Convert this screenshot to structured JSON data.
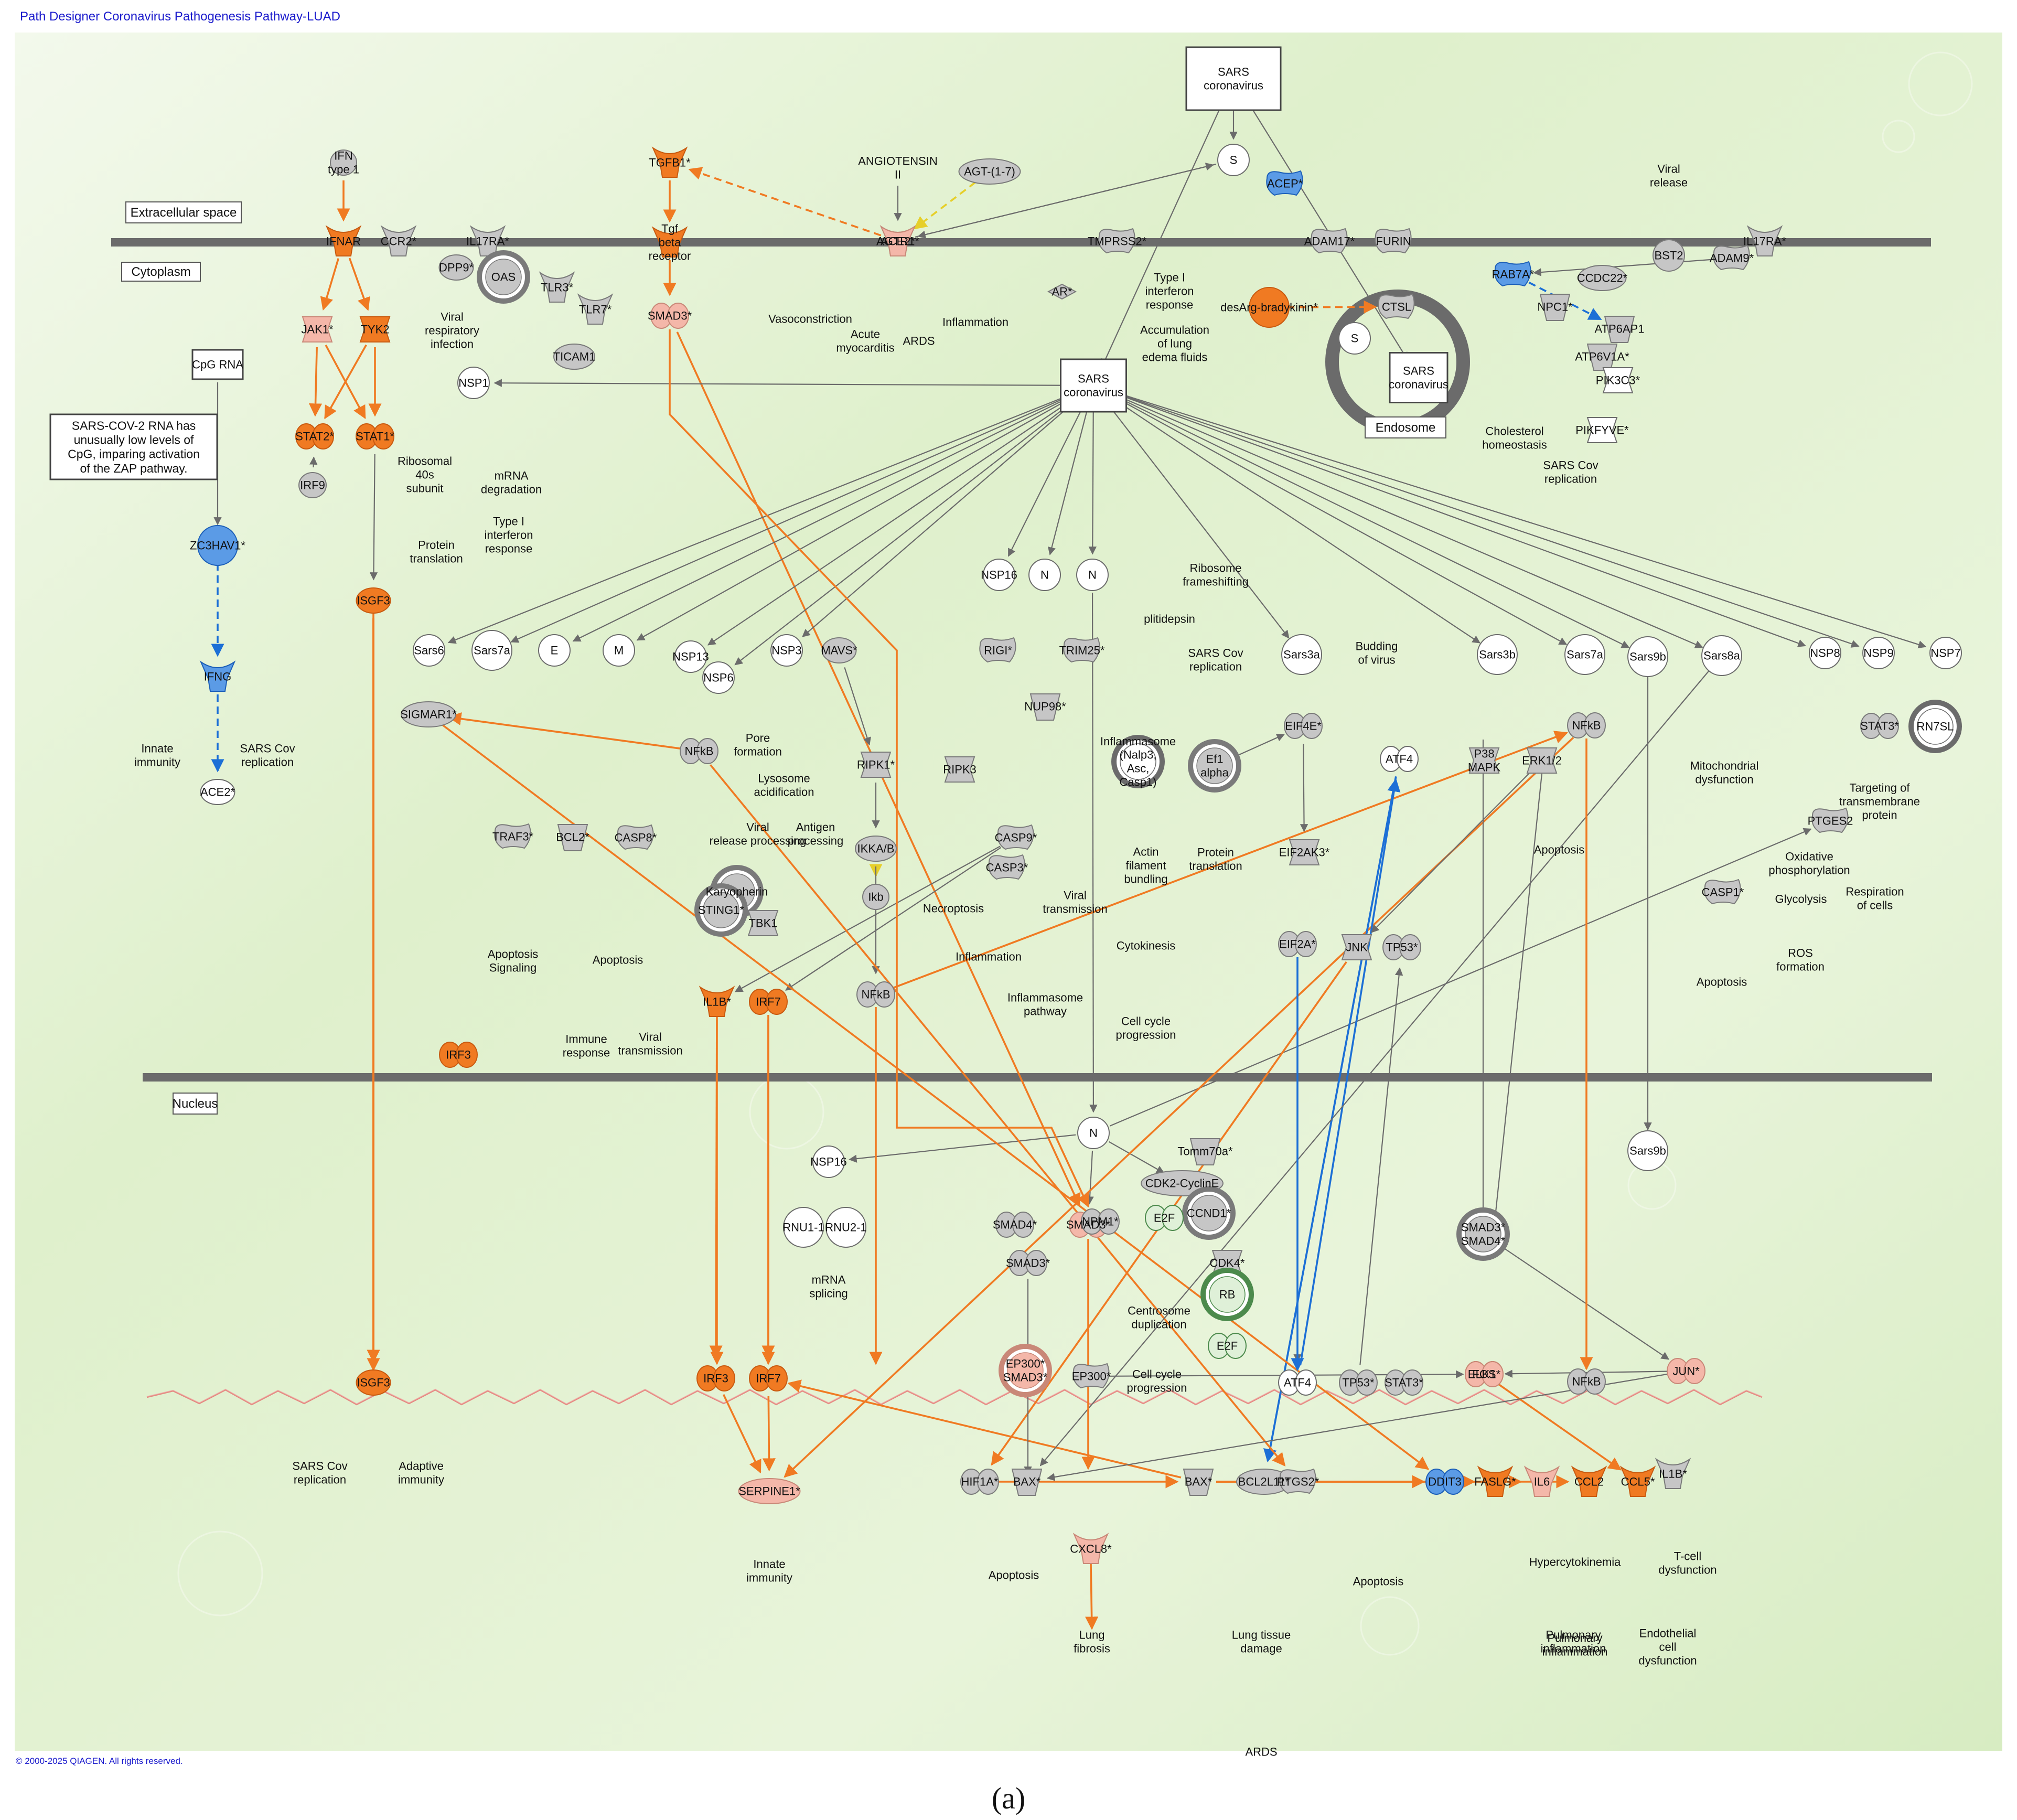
{
  "header": "Path Designer Coronavirus Pathogenesis Pathway-LUAD",
  "copyright": "© 2000-2025 QIAGEN. All rights reserved.",
  "panel_label": "(a)",
  "compartments": [
    "Extracellular space",
    "Cytoplasm",
    "Nucleus",
    "Endosome"
  ],
  "note": [
    "SARS-COV-2 RNA has",
    "unusually low levels of",
    "CpG, imparing activation",
    "of the ZAP pathway."
  ],
  "nodes": [
    {
      "label": "SARS|coronavirus",
      "shape": "box",
      "color": "white"
    },
    {
      "label": "SARS|coronavirus",
      "shape": "box",
      "color": "white"
    },
    {
      "label": "SARS|coronavirus",
      "shape": "box",
      "color": "white"
    },
    {
      "label": "CpG RNA",
      "shape": "box",
      "color": "white"
    },
    {
      "label": "S",
      "shape": "circle",
      "color": "white"
    },
    {
      "label": "S",
      "shape": "circle",
      "color": "white"
    },
    {
      "label": "N",
      "shape": "circle",
      "color": "white"
    },
    {
      "label": "N",
      "shape": "circle",
      "color": "white"
    },
    {
      "label": "N",
      "shape": "circle",
      "color": "white"
    },
    {
      "label": "E",
      "shape": "circle",
      "color": "white"
    },
    {
      "label": "M",
      "shape": "circle",
      "color": "white"
    },
    {
      "label": "NSP1",
      "shape": "circle",
      "color": "white"
    },
    {
      "label": "NSP16",
      "shape": "circle",
      "color": "white"
    },
    {
      "label": "NSP16",
      "shape": "circle",
      "color": "white"
    },
    {
      "label": "NSP13",
      "shape": "circle",
      "color": "white"
    },
    {
      "label": "NSP6",
      "shape": "circle",
      "color": "white"
    },
    {
      "label": "NSP3",
      "shape": "circle",
      "color": "white"
    },
    {
      "label": "NSP8",
      "shape": "circle",
      "color": "white"
    },
    {
      "label": "NSP9",
      "shape": "circle",
      "color": "white"
    },
    {
      "label": "NSP7",
      "shape": "circle",
      "color": "white"
    },
    {
      "label": "Sars6",
      "shape": "circle",
      "color": "white"
    },
    {
      "label": "Sars7a",
      "shape": "circle",
      "color": "white"
    },
    {
      "label": "Sars3a",
      "shape": "circle",
      "color": "white"
    },
    {
      "label": "Sars3b",
      "shape": "circle",
      "color": "white"
    },
    {
      "label": "Sars7a",
      "shape": "circle",
      "color": "white"
    },
    {
      "label": "Sars9b",
      "shape": "circle",
      "color": "white"
    },
    {
      "label": "Sars9b",
      "shape": "circle",
      "color": "white"
    },
    {
      "label": "Sars8a",
      "shape": "circle",
      "color": "white"
    },
    {
      "label": "RNU1-1",
      "shape": "circle",
      "color": "white"
    },
    {
      "label": "RNU2-1",
      "shape": "circle",
      "color": "white"
    },
    {
      "label": "IFN|type 1",
      "shape": "oval",
      "color": "gray"
    },
    {
      "label": "IFNAR",
      "shape": "receptor",
      "color": "orange"
    },
    {
      "label": "CCR2*",
      "shape": "receptor",
      "color": "gray"
    },
    {
      "label": "IL17RA*",
      "shape": "receptor",
      "color": "gray"
    },
    {
      "label": "DPP9*",
      "shape": "oval",
      "color": "gray"
    },
    {
      "label": "OAS",
      "shape": "ring",
      "color": "gray"
    },
    {
      "label": "TLR3*",
      "shape": "receptor",
      "color": "gray"
    },
    {
      "label": "TLR7*",
      "shape": "receptor",
      "color": "gray"
    },
    {
      "label": "TICAM1",
      "shape": "oval",
      "color": "gray"
    },
    {
      "label": "JAK1*",
      "shape": "kinase",
      "color": "pink"
    },
    {
      "label": "TYK2",
      "shape": "kinase",
      "color": "orange"
    },
    {
      "label": "STAT2*",
      "shape": "tf",
      "color": "orange"
    },
    {
      "label": "STAT1*",
      "shape": "tf",
      "color": "orange"
    },
    {
      "label": "IRF9",
      "shape": "oval",
      "color": "gray"
    },
    {
      "label": "ISGF3",
      "shape": "oval",
      "color": "orange"
    },
    {
      "label": "ISGF3",
      "shape": "oval",
      "color": "orange"
    },
    {
      "label": "ZC3HAV1*",
      "shape": "circle",
      "color": "blue"
    },
    {
      "label": "IFNG",
      "shape": "receptor",
      "color": "blue"
    },
    {
      "label": "ACE2*",
      "shape": "oval",
      "color": "white"
    },
    {
      "label": "ACE2*",
      "shape": "receptor",
      "color": "gray"
    },
    {
      "label": "TGFB1*",
      "shape": "receptor",
      "color": "orange"
    },
    {
      "label": "Tgf|beta|receptor",
      "shape": "receptor",
      "color": "orange"
    },
    {
      "label": "SMAD3*",
      "shape": "tf",
      "color": "pink"
    },
    {
      "label": "SMAD3*",
      "shape": "tf",
      "color": "pink"
    },
    {
      "label": "SMAD3*",
      "shape": "tf",
      "color": "gray"
    },
    {
      "label": "SMAD4*",
      "shape": "tf",
      "color": "gray"
    },
    {
      "label": "ANGIOTENSIN|II",
      "shape": "text",
      "color": "white"
    },
    {
      "label": "AGT-(1-7)",
      "shape": "oval",
      "color": "gray"
    },
    {
      "label": "AGTR1*",
      "shape": "receptor",
      "color": "pink"
    },
    {
      "label": "ACEP*",
      "shape": "enzyme",
      "color": "blue"
    },
    {
      "label": "TMPRSS2*",
      "shape": "enzyme",
      "color": "gray"
    },
    {
      "label": "ADAM17*",
      "shape": "enzyme",
      "color": "gray"
    },
    {
      "label": "FURIN",
      "shape": "enzyme",
      "color": "gray"
    },
    {
      "label": "AR*",
      "shape": "diamond",
      "color": "gray"
    },
    {
      "label": "desArg-bradykinin*",
      "shape": "circle",
      "color": "orange"
    },
    {
      "label": "CTSL",
      "shape": "enzyme",
      "color": "gray"
    },
    {
      "label": "BST2",
      "shape": "circle",
      "color": "gray"
    },
    {
      "label": "IL17RA*",
      "shape": "receptor",
      "color": "gray"
    },
    {
      "label": "ADAM9*",
      "shape": "enzyme",
      "color": "gray"
    },
    {
      "label": "RAB7A*",
      "shape": "enzyme",
      "color": "blue"
    },
    {
      "label": "CCDC22*",
      "shape": "oval",
      "color": "gray"
    },
    {
      "label": "NPC1*",
      "shape": "transporter",
      "color": "gray"
    },
    {
      "label": "ATP6AP1",
      "shape": "transporter",
      "color": "gray"
    },
    {
      "label": "ATP6V1A*",
      "shape": "transporter",
      "color": "gray"
    },
    {
      "label": "PIK3C3*",
      "shape": "kinase",
      "color": "white"
    },
    {
      "label": "PIKFYVE*",
      "shape": "kinase",
      "color": "white"
    },
    {
      "label": "RIGI*",
      "shape": "enzyme",
      "color": "gray"
    },
    {
      "label": "TRIM25*",
      "shape": "enzyme",
      "color": "gray"
    },
    {
      "label": "MAVS*",
      "shape": "oval",
      "color": "gray"
    },
    {
      "label": "RIPK1*",
      "shape": "kinase",
      "color": "gray"
    },
    {
      "label": "RIPK3",
      "shape": "kinase",
      "color": "gray"
    },
    {
      "label": "IKKA/B",
      "shape": "oval",
      "color": "gray"
    },
    {
      "label": "Ikb",
      "shape": "oval",
      "color": "gray"
    },
    {
      "label": "NFkB",
      "shape": "tf",
      "color": "gray"
    },
    {
      "label": "NFkB",
      "shape": "tf",
      "color": "gray"
    },
    {
      "label": "NFkB",
      "shape": "tf",
      "color": "gray"
    },
    {
      "label": "NFkB",
      "shape": "tf",
      "color": "gray"
    },
    {
      "label": "SIGMAR1*",
      "shape": "oval",
      "color": "gray"
    },
    {
      "label": "Karyopherin",
      "shape": "ring",
      "color": "gray"
    },
    {
      "label": "STING1*",
      "shape": "ring",
      "color": "gray"
    },
    {
      "label": "TBK1",
      "shape": "kinase",
      "color": "gray"
    },
    {
      "label": "TRAF3*",
      "shape": "enzyme",
      "color": "gray"
    },
    {
      "label": "BCL2*",
      "shape": "transporter",
      "color": "gray"
    },
    {
      "label": "CASP8*",
      "shape": "enzyme",
      "color": "gray"
    },
    {
      "label": "CASP9*",
      "shape": "enzyme",
      "color": "gray"
    },
    {
      "label": "CASP1*",
      "shape": "enzyme",
      "color": "gray"
    },
    {
      "label": "CASP3*",
      "shape": "enzyme",
      "color": "gray"
    },
    {
      "label": "IL1B*",
      "shape": "receptor",
      "color": "gray"
    },
    {
      "label": "IL1B*",
      "shape": "receptor",
      "color": "orange"
    },
    {
      "label": "IRF7",
      "shape": "tf",
      "color": "orange"
    },
    {
      "label": "IRF3",
      "shape": "tf",
      "color": "orange"
    },
    {
      "label": "IRF7",
      "shape": "tf",
      "color": "orange"
    },
    {
      "label": "IRF3",
      "shape": "tf",
      "color": "orange"
    },
    {
      "label": "NUP98*",
      "shape": "transporter",
      "color": "gray"
    },
    {
      "label": "Inflammasome|(Nalp3,|Asc,|Casp1)",
      "shape": "ring",
      "color": "white"
    },
    {
      "label": "Ef1|alpha",
      "shape": "ring",
      "color": "gray"
    },
    {
      "label": "EIF4E*",
      "shape": "tf",
      "color": "gray"
    },
    {
      "label": "EIF2AK3*",
      "shape": "kinase",
      "color": "gray"
    },
    {
      "label": "EIF2A*",
      "shape": "tf",
      "color": "gray"
    },
    {
      "label": "ATF4",
      "shape": "tf",
      "color": "white"
    },
    {
      "label": "ATF4",
      "shape": "tf",
      "color": "white"
    },
    {
      "label": "P38|MAPK",
      "shape": "kinase",
      "color": "gray"
    },
    {
      "label": "ERK1/2",
      "shape": "kinase",
      "color": "gray"
    },
    {
      "label": "JNK",
      "shape": "kinase",
      "color": "gray"
    },
    {
      "label": "TP53*",
      "shape": "tf",
      "color": "gray"
    },
    {
      "label": "TP53*",
      "shape": "tf",
      "color": "gray"
    },
    {
      "label": "STAT3*",
      "shape": "tf",
      "color": "gray"
    },
    {
      "label": "STAT3*",
      "shape": "tf",
      "color": "gray"
    },
    {
      "label": "RN7SL",
      "shape": "ring",
      "color": "white"
    },
    {
      "label": "PTGES2",
      "shape": "enzyme",
      "color": "gray"
    },
    {
      "label": "Tomm70a*",
      "shape": "transporter",
      "color": "gray"
    },
    {
      "label": "CDK2-CyclinE",
      "shape": "oval",
      "color": "gray"
    },
    {
      "label": "CCND1*",
      "shape": "ring",
      "color": "gray"
    },
    {
      "label": "CDK4*",
      "shape": "kinase",
      "color": "gray"
    },
    {
      "label": "RB",
      "shape": "ring",
      "color": "green"
    },
    {
      "label": "E2F",
      "shape": "tf",
      "color": "green"
    },
    {
      "label": "E2F",
      "shape": "tf",
      "color": "green"
    },
    {
      "label": "NPM1*",
      "shape": "tf",
      "color": "gray"
    },
    {
      "label": "EP300*",
      "shape": "enzyme",
      "color": "gray"
    },
    {
      "label": "EP300*|SMAD3*",
      "shape": "ring",
      "color": "pink"
    },
    {
      "label": "SMAD3*|SMAD4*",
      "shape": "ring",
      "color": "gray"
    },
    {
      "label": "ELK1*",
      "shape": "tf",
      "color": "orange"
    },
    {
      "label": "FOS",
      "shape": "tf",
      "color": "pink"
    },
    {
      "label": "JUN*",
      "shape": "tf",
      "color": "pink"
    },
    {
      "label": "HIF1A*",
      "shape": "tf",
      "color": "gray"
    },
    {
      "label": "BAX*",
      "shape": "transporter",
      "color": "gray"
    },
    {
      "label": "BAX*",
      "shape": "transporter",
      "color": "gray"
    },
    {
      "label": "BCL2L11*",
      "shape": "oval",
      "color": "gray"
    },
    {
      "label": "PTGS2*",
      "shape": "enzyme",
      "color": "gray"
    },
    {
      "label": "DDIT3",
      "shape": "tf",
      "color": "blue"
    },
    {
      "label": "FASLG*",
      "shape": "receptor",
      "color": "orange"
    },
    {
      "label": "IL6",
      "shape": "receptor",
      "color": "pink"
    },
    {
      "label": "CCL2",
      "shape": "receptor",
      "color": "orange"
    },
    {
      "label": "CCL5*",
      "shape": "receptor",
      "color": "orange"
    },
    {
      "label": "CXCL8*",
      "shape": "receptor",
      "color": "pink"
    },
    {
      "label": "SERPINE1*",
      "shape": "oval",
      "color": "pink"
    },
    {
      "label": "IFN|type 1",
      "shape": "oval",
      "color": "gray"
    }
  ],
  "functions": [
    "Viral|respiratory|infection",
    "Vasoconstriction",
    "Acute|myocarditis",
    "ARDS",
    "Inflammation",
    "Type I|interferon|response",
    "Accumulation|of lung|edema fluids",
    "Viral|release",
    "Cholesterol|homeostasis",
    "SARS Cov|replication",
    "Ribosomal|40s|subunit",
    "mRNA|degradation",
    "Protein|translation",
    "Type I|interferon|response",
    "Innate|immunity",
    "SARS Cov|replication",
    "Pore|formation",
    "Lysosome|acidification",
    "Viral|release processing",
    "Antigen|processing",
    "Apoptosis|Signaling",
    "Apoptosis",
    "Immune|response",
    "Viral|transmission",
    "Necroptosis",
    "Inflammation",
    "Viral|transmission",
    "Inflammasome|pathway",
    "Ribosome|frameshifting",
    "plitidepsin",
    "SARS Cov|replication",
    "Budding|of virus",
    "Actin|filament|bundling",
    "Cytokinesis",
    "Cell cycle|progression",
    "Protein|translation",
    "Apoptosis",
    "Mitochondrial|dysfunction",
    "Oxidative|phosphorylation",
    "Glycolysis",
    "Respiration|of cells",
    "ROS|formation",
    "Apoptosis",
    "Targeting of|transmembrane|protein",
    "mRNA|splicing",
    "Centrosome|duplication",
    "Cell cycle|progression",
    "SARS Cov|replication",
    "Adaptive|immunity",
    "Innate|immunity",
    "Apoptosis",
    "Apoptosis",
    "Hypercytokinemia",
    "T-cell|dysfunction",
    "Pulmonary|inflammation",
    "Lung tissue|damage",
    "Lung|fibrosis",
    "Pulmonary|inflammation",
    "Endothelial|cell|dysfunction",
    "ARDS"
  ],
  "colors": {
    "background": "#e4f2d2",
    "membrane": "#6b6b6b",
    "orange": "#f07a22",
    "blue": "#1c6fd6",
    "yellow": "#e6cf2a",
    "gray_node": "#c6c6c6",
    "pink_node": "#f4b7a9"
  }
}
